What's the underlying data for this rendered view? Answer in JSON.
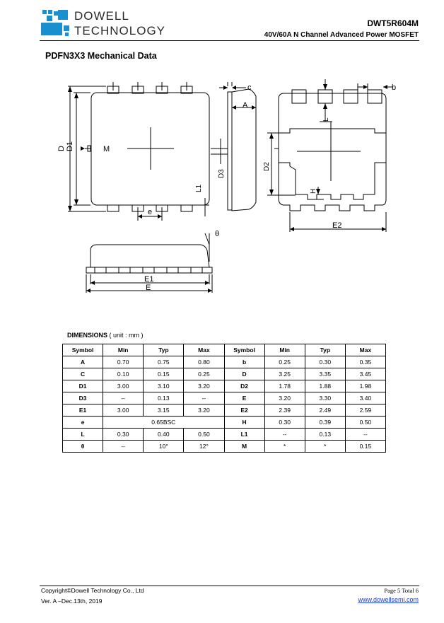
{
  "header": {
    "logo_line1": "DOWELL",
    "logo_line2": "TECHNOLOGY",
    "part_number": "DWT5R604M",
    "description": "40V/60A N Channel Advanced Power MOSFET"
  },
  "section_title": "PDFN3X3 Mechanical Data",
  "drawing_labels": {
    "D": "D",
    "D1": "D1",
    "M": "M",
    "e": "e",
    "L1": "L1",
    "c": "c",
    "A": "A",
    "D3": "D3",
    "b": "b",
    "L": "L",
    "D2": "D2",
    "H": "H",
    "E2": "E2",
    "theta": "θ",
    "E1": "E1",
    "E": "E"
  },
  "dimensions": {
    "caption_bold": "DIMENSIONS",
    "caption_rest": " ( unit : mm )",
    "headers": [
      "Symbol",
      "Min",
      "Typ",
      "Max",
      "Symbol",
      "Min",
      "Typ",
      "Max"
    ],
    "rows": [
      [
        "A",
        "0.70",
        "0.75",
        "0.80",
        "b",
        "0.25",
        "0.30",
        "0.35"
      ],
      [
        "C",
        "0.10",
        "0.15",
        "0.25",
        "D",
        "3.25",
        "3.35",
        "3.45"
      ],
      [
        "D1",
        "3.00",
        "3.10",
        "3.20",
        "D2",
        "1.78",
        "1.88",
        "1.98"
      ],
      [
        "D3",
        "--",
        "0.13",
        "--",
        "E",
        "3.20",
        "3.30",
        "3.40"
      ],
      [
        "E1",
        "3.00",
        "3.15",
        "3.20",
        "E2",
        "2.39",
        "2.49",
        "2.59"
      ],
      [
        "e",
        "",
        "0.65BSC",
        "",
        "H",
        "0.30",
        "0.39",
        "0.50"
      ],
      [
        "L",
        "0.30",
        "0.40",
        "0.50",
        "L1",
        "--",
        "0.13",
        "--"
      ],
      [
        "θ",
        "--",
        "10°",
        "12°",
        "M",
        "*",
        "*",
        "0.15"
      ]
    ]
  },
  "footer": {
    "copyright": "Copyright©Dowell Technology Co., Ltd",
    "version": "Ver. A –Dec.13th, 2019",
    "page": "Page 5  Total 6",
    "website": "www.dowellsemi.com"
  },
  "colors": {
    "logo_blue": "#1a8fd0",
    "link": "#1a3fb0"
  }
}
